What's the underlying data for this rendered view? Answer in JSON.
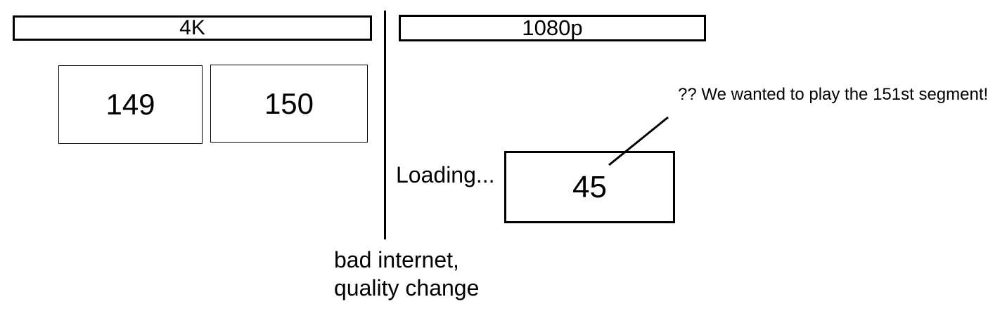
{
  "diagram": {
    "colors": {
      "stroke": "#000000",
      "background": "#ffffff"
    },
    "left_panel": {
      "quality_label": "4K",
      "segments": [
        {
          "label": "149"
        },
        {
          "label": "150"
        }
      ]
    },
    "right_panel": {
      "quality_label": "1080p",
      "loading_label": "Loading...",
      "segment": {
        "label": "45"
      },
      "annotation": "?? We wanted to play the 151st segment!"
    },
    "divider_caption": {
      "line1": "bad internet,",
      "line2": "quality change"
    }
  }
}
